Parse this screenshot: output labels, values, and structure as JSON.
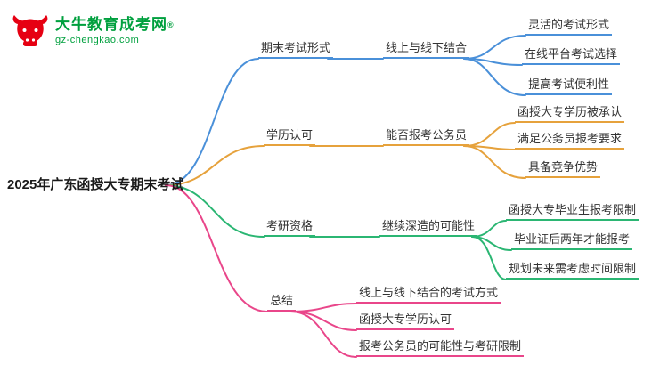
{
  "logo": {
    "title": "大牛教育成考网",
    "registered": "®",
    "domain": "gz-chengkao.com",
    "brand_green": "#00a03e",
    "brand_red": "#e60012"
  },
  "root": {
    "label": "2025年广东函授大专期末考试"
  },
  "branches": [
    {
      "label": "期末考试形式",
      "color": "#4a90d9",
      "mid": "线上与线下结合",
      "leaves": [
        "灵活的考试形式",
        "在线平台考试选择",
        "提高考试便利性"
      ]
    },
    {
      "label": "学历认可",
      "color": "#e6a23c",
      "mid": "能否报考公务员",
      "leaves": [
        "函授大专学历被承认",
        "满足公务员报考要求",
        "具备竞争优势"
      ]
    },
    {
      "label": "考研资格",
      "color": "#2bb673",
      "mid": "继续深造的可能性",
      "leaves": [
        "函授大专毕业生报考限制",
        "毕业证后两年才能报考",
        "规划未来需考虑时间限制"
      ]
    },
    {
      "label": "总结",
      "color": "#e9468a",
      "mid": "",
      "leaves": [
        "线上与线下结合的考试方式",
        "函授大专学历认可",
        "报考公务员的可能性与考研限制"
      ]
    }
  ]
}
